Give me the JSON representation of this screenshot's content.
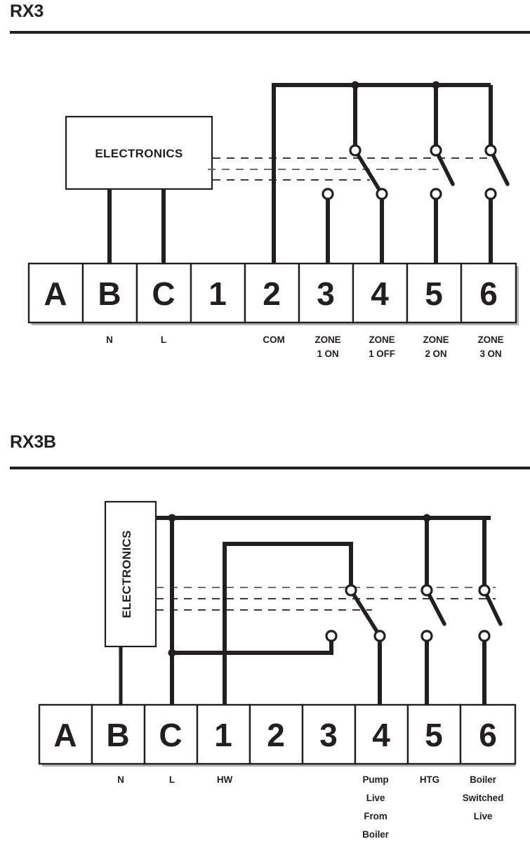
{
  "page": {
    "background": "#ffffff",
    "ink": "#231f20",
    "dash_color": "#58595b"
  },
  "diagrams": [
    {
      "id": "rx3",
      "title": "RX3",
      "electronics_label": "ELECTRONICS",
      "electronics_orientation": "horizontal",
      "terminals": [
        "A",
        "B",
        "C",
        "1",
        "2",
        "3",
        "4",
        "5",
        "6"
      ],
      "terminal_labels": [
        {
          "terminal": "A",
          "lines": []
        },
        {
          "terminal": "B",
          "lines": [
            "N"
          ]
        },
        {
          "terminal": "C",
          "lines": [
            "L"
          ]
        },
        {
          "terminal": "1",
          "lines": []
        },
        {
          "terminal": "2",
          "lines": [
            "COM"
          ]
        },
        {
          "terminal": "3",
          "lines": [
            "ZONE",
            "1 ON"
          ]
        },
        {
          "terminal": "4",
          "lines": [
            "ZONE",
            "1 OFF"
          ]
        },
        {
          "terminal": "5",
          "lines": [
            "ZONE",
            "2 ON"
          ]
        },
        {
          "terminal": "6",
          "lines": [
            "ZONE",
            "3 ON"
          ]
        }
      ],
      "switches": [
        {
          "name": "zone-1-relay",
          "state": "closed",
          "common_terminal": "2",
          "normally_open_terminal": "3",
          "normally_closed_terminal": "4"
        },
        {
          "name": "zone-2-relay",
          "state": "open",
          "common_terminal": "2",
          "normally_open_terminal": "5"
        },
        {
          "name": "zone-3-relay",
          "state": "open",
          "common_terminal": "2",
          "normally_open_terminal": "6"
        }
      ],
      "dashed_control_lines": 3
    },
    {
      "id": "rx3b",
      "title": "RX3B",
      "electronics_label": "ELECTRONICS",
      "electronics_orientation": "vertical",
      "terminals": [
        "A",
        "B",
        "C",
        "1",
        "2",
        "3",
        "4",
        "5",
        "6"
      ],
      "terminal_labels": [
        {
          "terminal": "A",
          "lines": []
        },
        {
          "terminal": "B",
          "lines": [
            "N"
          ]
        },
        {
          "terminal": "C",
          "lines": [
            "L"
          ]
        },
        {
          "terminal": "1",
          "lines": [
            "HW"
          ]
        },
        {
          "terminal": "2",
          "lines": []
        },
        {
          "terminal": "3",
          "lines": []
        },
        {
          "terminal": "4",
          "lines": [
            "Pump",
            "Live",
            "From",
            "Boiler"
          ]
        },
        {
          "terminal": "5",
          "lines": [
            "HTG"
          ]
        },
        {
          "terminal": "6",
          "lines": [
            "Boiler",
            "Switched",
            "Live"
          ]
        }
      ],
      "switches": [
        {
          "name": "hw-changeover-relay",
          "state": "closed",
          "normally_closed_terminal": "4"
        },
        {
          "name": "htg-relay",
          "state": "open",
          "normally_open_terminal": "5"
        },
        {
          "name": "boiler-relay",
          "state": "open",
          "normally_open_terminal": "6"
        }
      ],
      "dashed_control_lines": 3
    }
  ]
}
